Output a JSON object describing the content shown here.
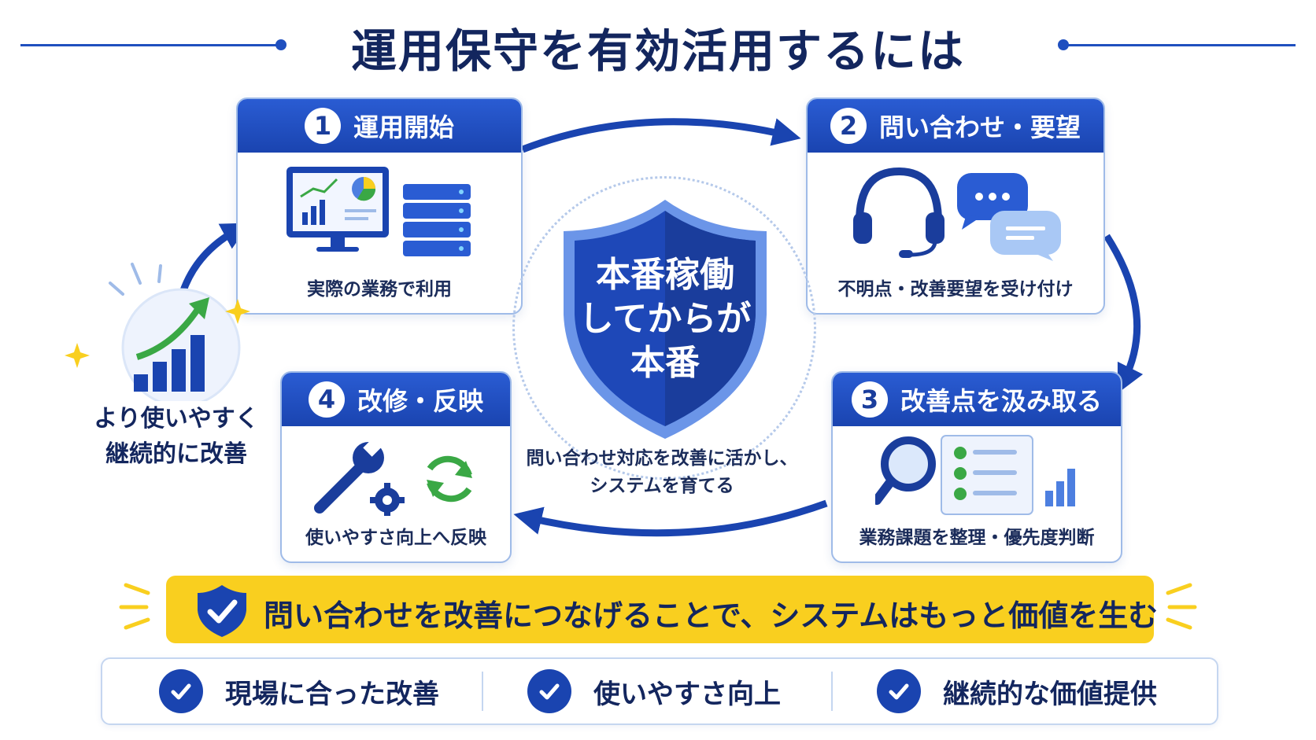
{
  "title": "運用保守を有効活用するには",
  "steps": [
    {
      "number": "1",
      "title": "運用開始",
      "caption": "実際の業務で利用"
    },
    {
      "number": "2",
      "title": "問い合わせ・要望",
      "caption": "不明点・改善要望を受け付け"
    },
    {
      "number": "3",
      "title": "改善点を汲み取る",
      "caption": "業務課題を整理・優先度判断"
    },
    {
      "number": "4",
      "title": "改修・反映",
      "caption": "使いやすさ向上へ反映"
    }
  ],
  "center": {
    "shield_lines": [
      "本番稼働",
      "してからが",
      "本番"
    ],
    "note_lines": [
      "問い合わせ対応を改善に活かし、",
      "システムを育てる"
    ]
  },
  "improve": {
    "lines": [
      "より使いやすく",
      "継続的に改善"
    ]
  },
  "banner": {
    "text": "問い合わせを改善につなげることで、システムはもっと価値を生む"
  },
  "benefits": [
    "現場に合った改善",
    "使いやすさ向上",
    "継続的な価値提供"
  ],
  "colors": {
    "primary": "#1a44b0",
    "navy": "#13265e",
    "accent": "#f9cf1f",
    "green": "#3aa845"
  }
}
